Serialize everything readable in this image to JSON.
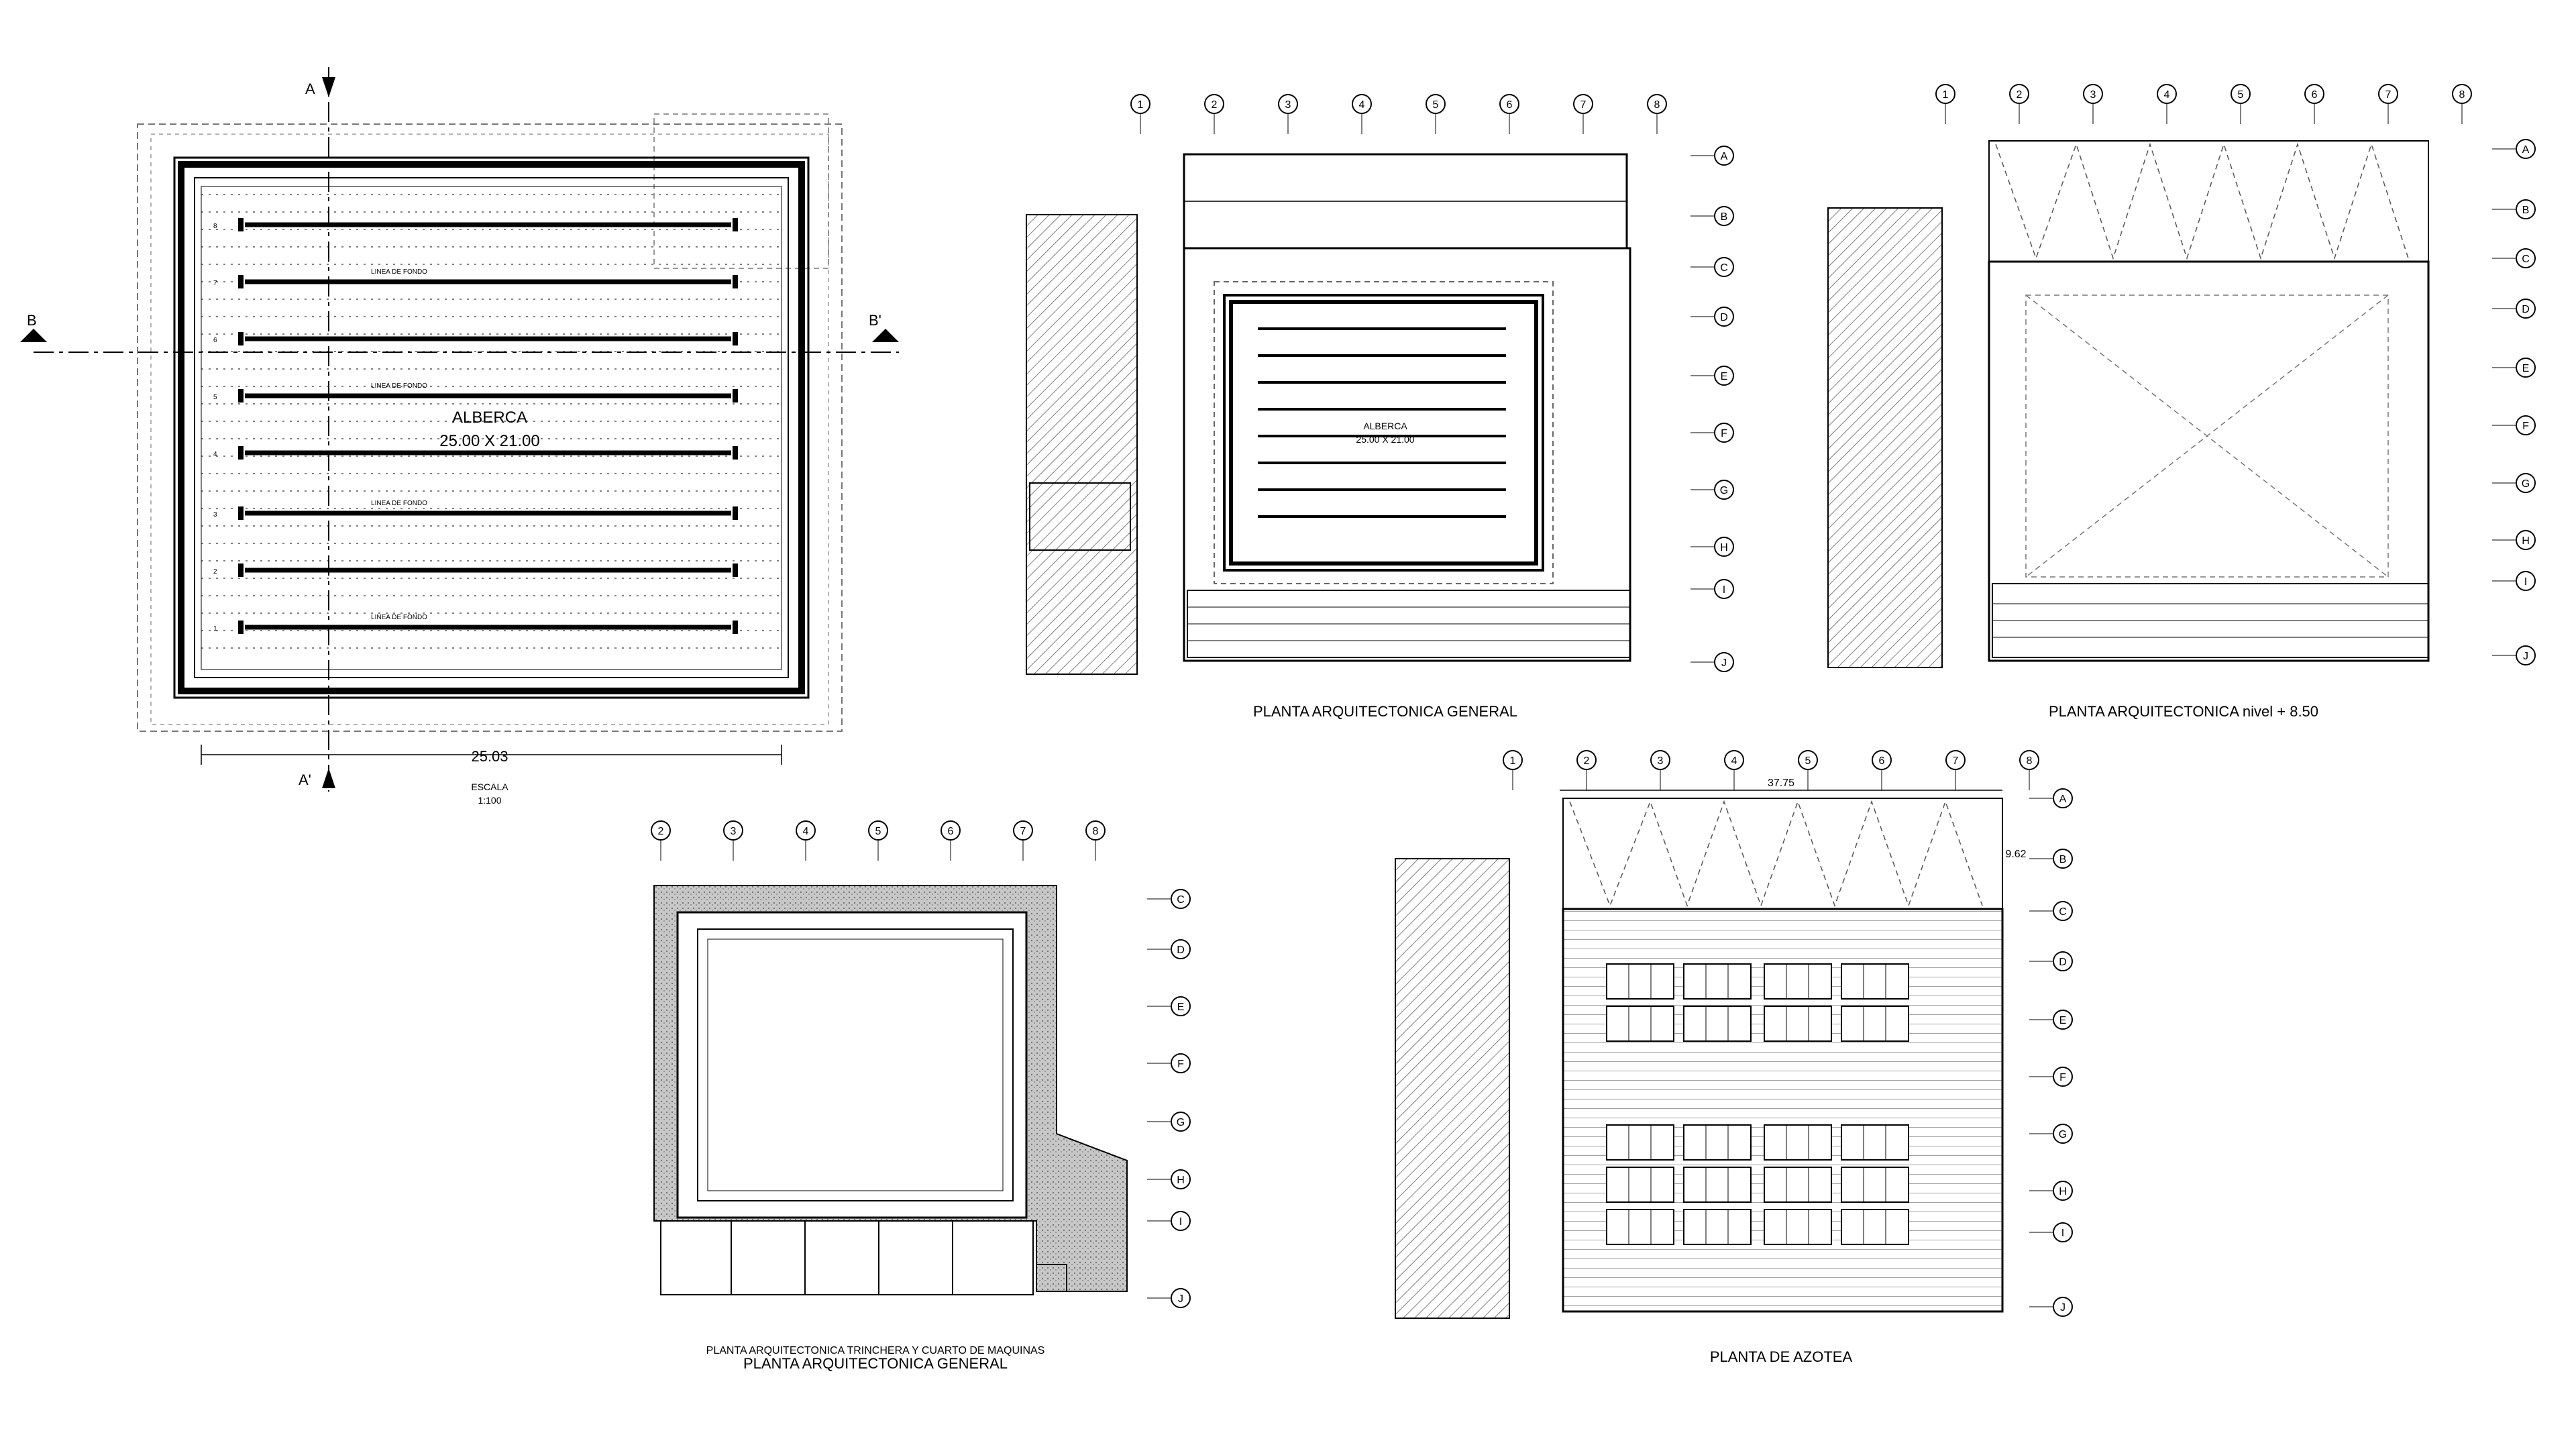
{
  "colors": {
    "ink": "#000000",
    "paper": "#ffffff",
    "hatch": "#555555",
    "earth": "#9a9a9a"
  },
  "pool_plan": {
    "section_top": "A",
    "section_bottom": "A'",
    "section_left": "B",
    "section_right": "B'",
    "pool_name": "ALBERCA",
    "pool_dims": "25.00 X 21.00",
    "lane_label": "LINEA DE FONDO",
    "lane_numbers": [
      "8",
      "7",
      "6",
      "5",
      "4",
      "3",
      "2",
      "1"
    ],
    "width_dim": "25.03",
    "scale_label": "ESCALA",
    "scale_value": "1:100"
  },
  "plan_general": {
    "title": "PLANTA ARQUITECTONICA GENERAL",
    "axes_cols": [
      "1",
      "2",
      "3",
      "4",
      "5",
      "6",
      "7",
      "8"
    ],
    "axes_rows": [
      "A",
      "B",
      "C",
      "D",
      "E",
      "F",
      "G",
      "H",
      "I",
      "J"
    ],
    "pool_name": "ALBERCA",
    "pool_dims": "25.00 X 21.00"
  },
  "plan_nivel": {
    "title": "PLANTA ARQUITECTONICA nivel + 8.50",
    "axes_cols": [
      "1",
      "2",
      "3",
      "4",
      "5",
      "6",
      "7",
      "8"
    ],
    "axes_rows": [
      "A",
      "B",
      "C",
      "D",
      "E",
      "F",
      "G",
      "H",
      "I",
      "J"
    ]
  },
  "plan_trinchera": {
    "title_1": "PLANTA ARQUITECTONICA TRINCHERA Y CUARTO DE MAQUINAS",
    "title_2": "PLANTA ARQUITECTONICA GENERAL",
    "axes_cols": [
      "2",
      "3",
      "4",
      "5",
      "6",
      "7",
      "8"
    ],
    "axes_rows": [
      "C",
      "D",
      "E",
      "F",
      "G",
      "H",
      "I",
      "J"
    ]
  },
  "plan_azotea": {
    "title": "PLANTA  DE AZOTEA",
    "axes_cols": [
      "1",
      "2",
      "3",
      "4",
      "5",
      "6",
      "7",
      "8"
    ],
    "axes_rows": [
      "A",
      "B",
      "C",
      "D",
      "E",
      "F",
      "G",
      "H",
      "I",
      "J"
    ],
    "dim_top": "37.75",
    "dim_side": "9.62"
  }
}
